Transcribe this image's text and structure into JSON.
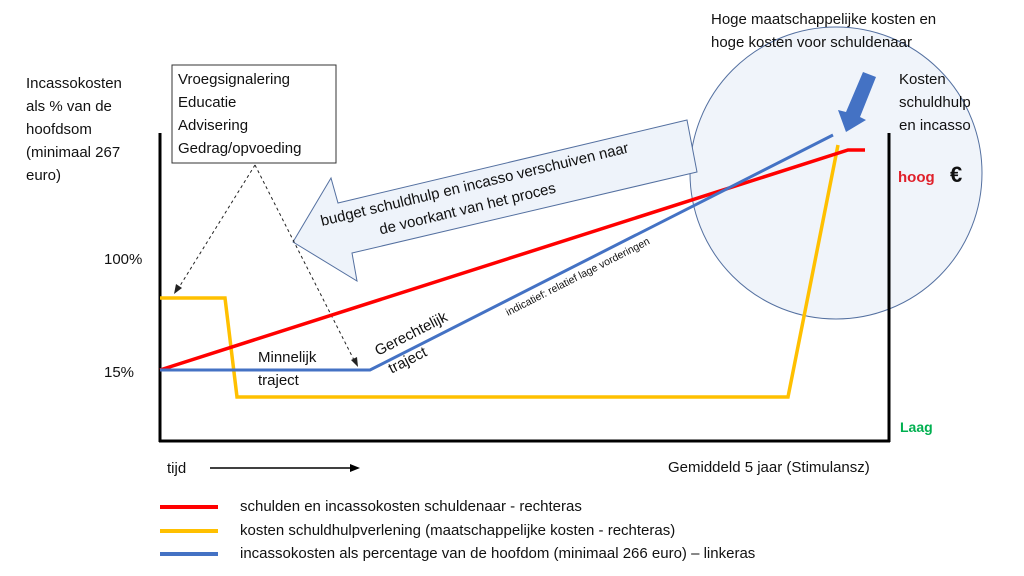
{
  "left_axis": {
    "title_lines": [
      "Incassokosten",
      "als % van de",
      "hoofdsom",
      "(minimaal 267",
      "euro)"
    ],
    "ticks": [
      "100%",
      "15%"
    ]
  },
  "right_axis": {
    "title_lines": [
      "Kosten",
      "schuldhulp",
      "en incasso"
    ],
    "high_label": "hoog",
    "low_label": "Laag",
    "currency_symbol": "€"
  },
  "x_axis": {
    "start_label": "tijd",
    "end_label": "Gemiddeld 5 jaar (Stimulansz)"
  },
  "prevention_box": {
    "items": [
      "Vroegsignalering",
      "Educatie",
      "Advisering",
      "Gedrag/opvoeding"
    ]
  },
  "big_arrow": {
    "lines": [
      "budget schuldhulp en incasso verschuiven naar",
      "de voorkant van het proces"
    ]
  },
  "circle_caption": [
    "Hoge maatschappelijke kosten en",
    "hoge kosten voor schuldenaar"
  ],
  "annotations": {
    "minnelijk": [
      "Minnelijk",
      "traject"
    ],
    "gerechtelijk": [
      "Gerechtelijk",
      "traject"
    ],
    "indicatief": "indicatief: relatief lage vorderingen"
  },
  "legend": [
    {
      "label": "schulden en incassokosten schuldenaar - rechteras",
      "color": "#ff0000"
    },
    {
      "label": "kosten schuldhulpverlening (maatschappelijke kosten - rechteras)",
      "color": "#ffc000"
    },
    {
      "label": "incassokosten als percentage van de hoofdom  (minimaal 266 euro) – linkeras",
      "color": "#4472c4"
    }
  ],
  "colors": {
    "red": "#ff0000",
    "yellow": "#ffc000",
    "blue": "#4472c4",
    "green": "#00b050",
    "circle_fill": "#eef3fa",
    "circle_stroke": "#5470a0"
  }
}
